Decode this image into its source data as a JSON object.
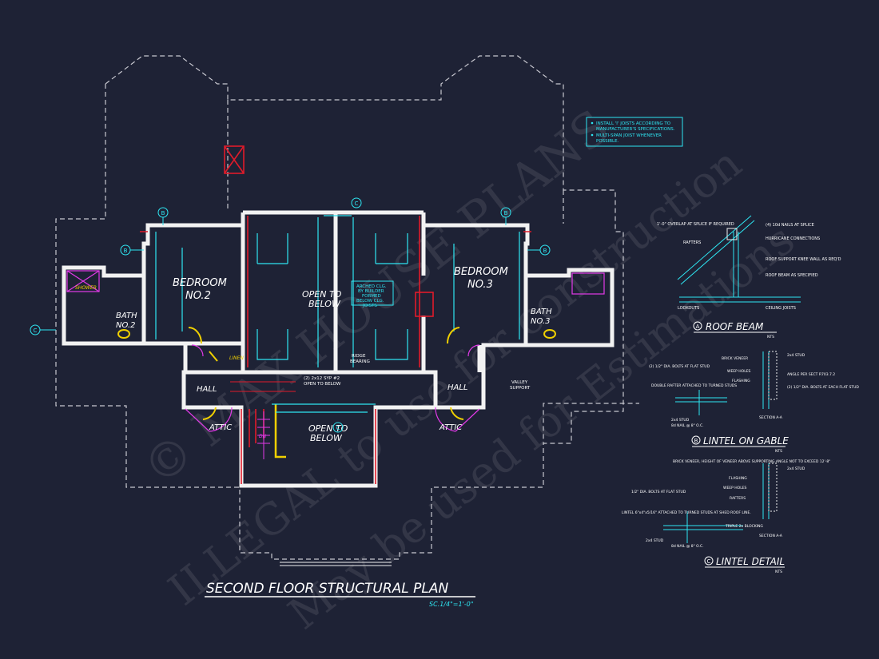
{
  "title": "SECOND FLOOR STRUCTURAL PLAN",
  "scale": "SC.1/4\"=1'-0\"",
  "rooms": {
    "bedroom2": [
      "BEDROOM",
      "NO.2"
    ],
    "bedroom3": [
      "BEDROOM",
      "NO.3"
    ],
    "bath2": [
      "BATH",
      "NO.2"
    ],
    "bath3": [
      "BATH",
      "NO.3"
    ],
    "open_below_center": [
      "OPEN TO",
      "BELOW"
    ],
    "open_below_stair": [
      "OPEN TO",
      "BELOW"
    ],
    "hall_left": "HALL",
    "hall_right": "HALL",
    "attic_left": "ATTIC",
    "attic_right": "ATTIC",
    "shower": "SHOWER",
    "linen": "LINEN",
    "dn": "DN"
  },
  "notes": {
    "general": [
      "INSTALL 'I' JOISTS ACCORDING TO",
      "MANUFACTURER'S SPECIFICATIONS.",
      "MULTI-SPAN JOIST WHENEVER",
      "POSSIBLE."
    ],
    "arched_clg": [
      "ARCHED CLG.",
      "BY BUILDER",
      "FORMED",
      "BELOW CLG.",
      "JOISTS"
    ],
    "ridge_bearing": [
      "RIDGE",
      "BEARING"
    ],
    "valley_support": [
      "VALLEY",
      "SUPPORT"
    ],
    "double_2x12": [
      "(2) 2x12 SYP #2",
      "OPEN TO BELOW"
    ]
  },
  "markers": {
    "b": "B",
    "c": "C"
  },
  "details": {
    "roof_beam": {
      "marker": "A",
      "title": "ROOF BEAM",
      "nts": "NTS",
      "notes": [
        "1'-0\" OVERLAP AT SPLICE IF REQUIRED",
        "RAFTERS",
        "(4) 10d NAILS AT SPLICE",
        "HURRICANE CONNECTIONS",
        "ROOF SUPPORT KNEE WALL AS REQ'D",
        "ROOF BEAM AS SPECIFIED",
        "LOOKOUTS",
        "CEILING JOISTS"
      ]
    },
    "lintel_gable": {
      "marker": "B",
      "title": "LINTEL ON GABLE",
      "nts": "NTS",
      "notes": [
        "(2) 1/2\" DIA. BOLTS AT FLAT STUD",
        "DOUBLE RAFTER ATTACHED TO TURNED STUDS",
        "2x4 STUD",
        "8d NAIL @ 8\" O.C.",
        "BRICK VENEER",
        "WEEP HOLES",
        "FLASHING",
        "ANGLE PER SECT R703.7.2",
        "(2) 1/2\" DIA. BOLTS AT EACH FLAT STUD",
        "SECTION A-A"
      ]
    },
    "lintel_detail": {
      "marker": "C",
      "title": "LINTEL DETAIL",
      "nts": "NTS",
      "notes": [
        "BRICK VENEER, HEIGHT OF VENEER ABOVE SUPPORTING ANGLE NOT TO EXCEED 12'-8\"",
        "2x4 STUD",
        "FLASHING",
        "WEEP HOLES",
        "RAFTERS",
        "1/2\" DIA. BOLTS AT FLAT STUD",
        "LINTEL 6\"x4\"x5/16\" ATTACHED TO TURNED STUDS AT SHED ROOF LINE.",
        "TRIPLE 2x BLOCKING",
        "2x4 STUD",
        "8d NAIL @ 8\" O.C.",
        "SECTION A-A"
      ]
    }
  },
  "watermark": [
    "© MAX HOUSE PLANS",
    "ILLEGAL to use for construction",
    "May be used for Estimations"
  ],
  "colors": {
    "background": "#1e2235",
    "wall": "#f2f2f2",
    "cyan": "#2ee6f2",
    "magenta": "#e23ae8",
    "red": "#e01b2a",
    "yellow": "#f0d000",
    "dashed": "#c8c8d0"
  }
}
